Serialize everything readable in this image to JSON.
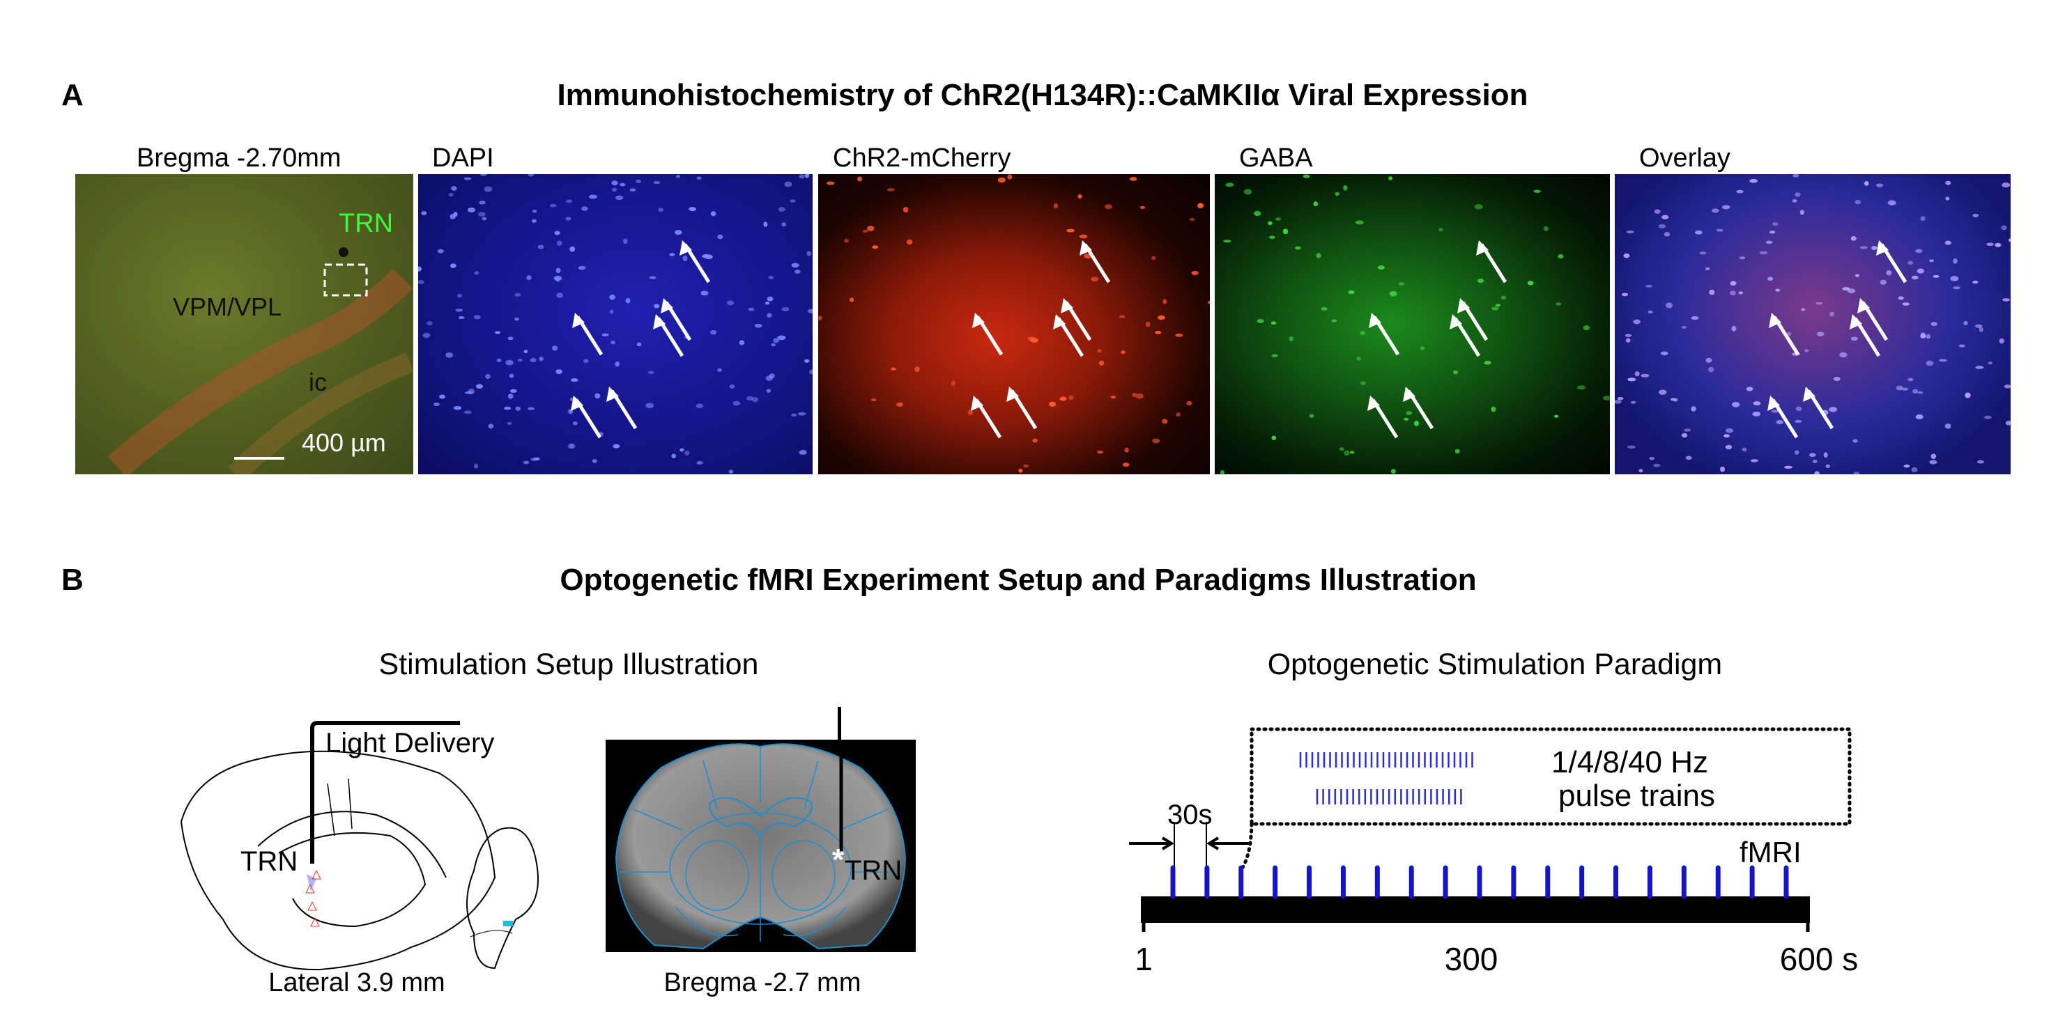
{
  "section_a": {
    "letter": "A",
    "title": "Immunohistochemistry of ChR2(H134R)::CaMKIIα Viral Expression",
    "panels": [
      {
        "label": "Bregma -2.70mm",
        "annotations": {
          "trn": "TRN",
          "vpm": "VPM/VPL",
          "ic": "ic",
          "scale_bar": "400 µm"
        }
      },
      {
        "label": "DAPI",
        "color": "#1a1aa8"
      },
      {
        "label": "ChR2-mCherry",
        "color": "#d42a10"
      },
      {
        "label": "GABA",
        "color": "#1f9a22"
      },
      {
        "label": "Overlay",
        "color": "#3a3ab0"
      }
    ]
  },
  "section_b": {
    "letter": "B",
    "title": "Optogenetic  fMRI Experiment Setup and Paradigms Illustration",
    "setup": {
      "title": "Stimulation Setup Illustration",
      "light_delivery": "Light Delivery",
      "trn_label": "TRN",
      "sagittal_caption": "Lateral 3.9 mm",
      "coronal_caption": "Bregma -2.7 mm",
      "coronal_trn": "TRN",
      "asterisk": "*"
    },
    "paradigm": {
      "title": "Optogenetic Stimulation Paradigm",
      "frequency_label": "1/4/8/40 Hz",
      "pulse_label": "pulse trains",
      "interval_label": "30s",
      "fmri_label": "fMRI",
      "pulse_color": "#1515c8",
      "pulse_count": 19,
      "ticks": [
        "1",
        "300",
        "600 s"
      ]
    }
  }
}
